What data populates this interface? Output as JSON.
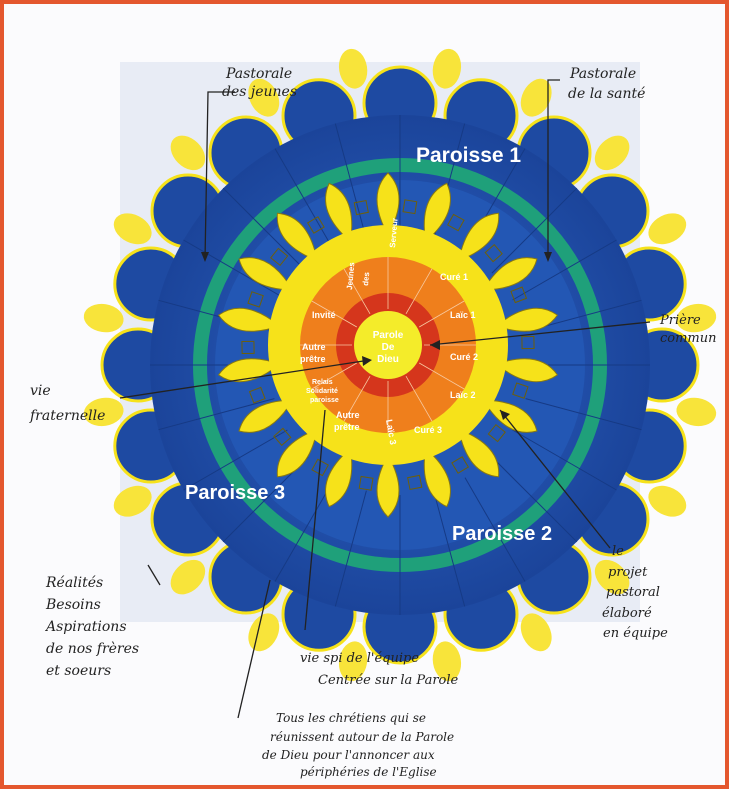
{
  "parishes": {
    "p1": "Paroisse 1",
    "p2": "Paroisse 2",
    "p3": "Paroisse 3"
  },
  "center": {
    "line1": "Parole",
    "line2": "De",
    "line3": "Dieu"
  },
  "inner_ring": {
    "cure1": "Curé 1",
    "laic1": "Laïc 1",
    "cure2": "Curé 2",
    "laic2": "Laïc 2",
    "cure3": "Curé 3",
    "laic3": "Laïc 3",
    "autre_pretre_bottom_l1": "Autre",
    "autre_pretre_bottom_l2": "prêtre",
    "autre_pretre_left_l1": "Autre",
    "autre_pretre_left_l2": "prêtre",
    "invite": "Invité",
    "laic_left_l1": "Relais",
    "laic_left_l2": "Solidarité",
    "laic_left_l3": "paroisse",
    "top_l1": "Serveur",
    "top_l2": "des",
    "top_l3": "Jeunes"
  },
  "annotations": {
    "pastorale_jeunes_l1": "Pastorale",
    "pastorale_jeunes_l2": "des jeunes",
    "pastorale_sante_l1": "Pastorale",
    "pastorale_sante_l2": "de la santé",
    "priere_l1": "Prière",
    "priere_l2": "commun",
    "vie_fraternelle_l1": "vie",
    "vie_fraternelle_l2": "fraternelle",
    "realites_l1": "Réalités",
    "realites_l2": "Besoins",
    "realites_l3": "Aspirations",
    "realites_l4": "de nos frères",
    "realites_l5": "et soeurs",
    "projet_l1": "le",
    "projet_l2": "projet",
    "projet_l3": "pastoral",
    "projet_l4": "élaboré",
    "projet_l5": "en équipe",
    "vie_spi_l1": "vie spi de l'équipe",
    "vie_spi_l2": "Centrée sur la Parole",
    "chretiens_l1": "Tous les chrétiens qui se",
    "chretiens_l2": "réunissent autour de la Parole",
    "chretiens_l3": "de Dieu pour l'annoncer aux",
    "chretiens_l4": "périphéries de l'Eglise"
  },
  "colors": {
    "frame": "#e4572e",
    "deep_blue": "#1f4fa8",
    "mid_blue": "#2c63c6",
    "green_band": "#1fa07a",
    "yellow": "#f6e21a",
    "orange": "#f08a1d",
    "red_orange": "#e5521e",
    "deep_red": "#c8261b",
    "center_yellow": "#f4ec2a",
    "flame": "#f8e43a"
  }
}
